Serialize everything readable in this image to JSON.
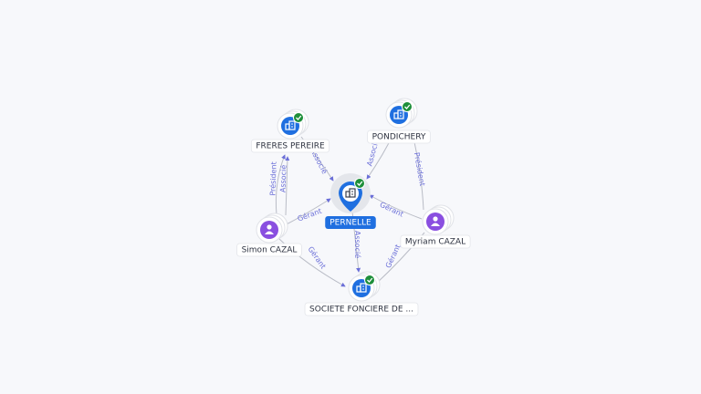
{
  "colors": {
    "company": "#1f6fe0",
    "person": "#8a4fe0",
    "check": "#1e8f3a",
    "edge_label": "#6b6fd8"
  },
  "icons": {
    "company": "building-icon",
    "person": "person-icon",
    "verified": "check-badge-icon"
  },
  "nodes": [
    {
      "id": "pernelle",
      "label": "PERNELLE",
      "type": "company",
      "central": true,
      "verified": true
    },
    {
      "id": "freres",
      "label": "FRERES PEREIRE",
      "type": "company",
      "verified": true
    },
    {
      "id": "pondichery",
      "label": "PONDICHERY",
      "type": "company",
      "verified": true
    },
    {
      "id": "simon",
      "label": "Simon CAZAL",
      "type": "person"
    },
    {
      "id": "myriam",
      "label": "Myriam CAZAL",
      "type": "person"
    },
    {
      "id": "societe",
      "label": "SOCIETE FONCIERE DE ...",
      "type": "company",
      "verified": true
    }
  ],
  "edges": [
    {
      "from": "freres",
      "to": "pernelle",
      "label": "Associé"
    },
    {
      "from": "pondichery",
      "to": "pernelle",
      "label": "Associé"
    },
    {
      "from": "simon",
      "to": "pernelle",
      "label": "Gérant"
    },
    {
      "from": "myriam",
      "to": "pernelle",
      "label": "Gérant"
    },
    {
      "from": "pernelle",
      "to": "societe",
      "label": "Associé"
    },
    {
      "from": "simon",
      "to": "freres",
      "label": "Président"
    },
    {
      "from": "simon",
      "to": "freres",
      "label": "Associé"
    },
    {
      "from": "myriam",
      "to": "pondichery",
      "label": "Président"
    },
    {
      "from": "simon",
      "to": "societe",
      "label": "Gérant"
    },
    {
      "from": "myriam",
      "to": "societe",
      "label": "Gérant"
    }
  ]
}
